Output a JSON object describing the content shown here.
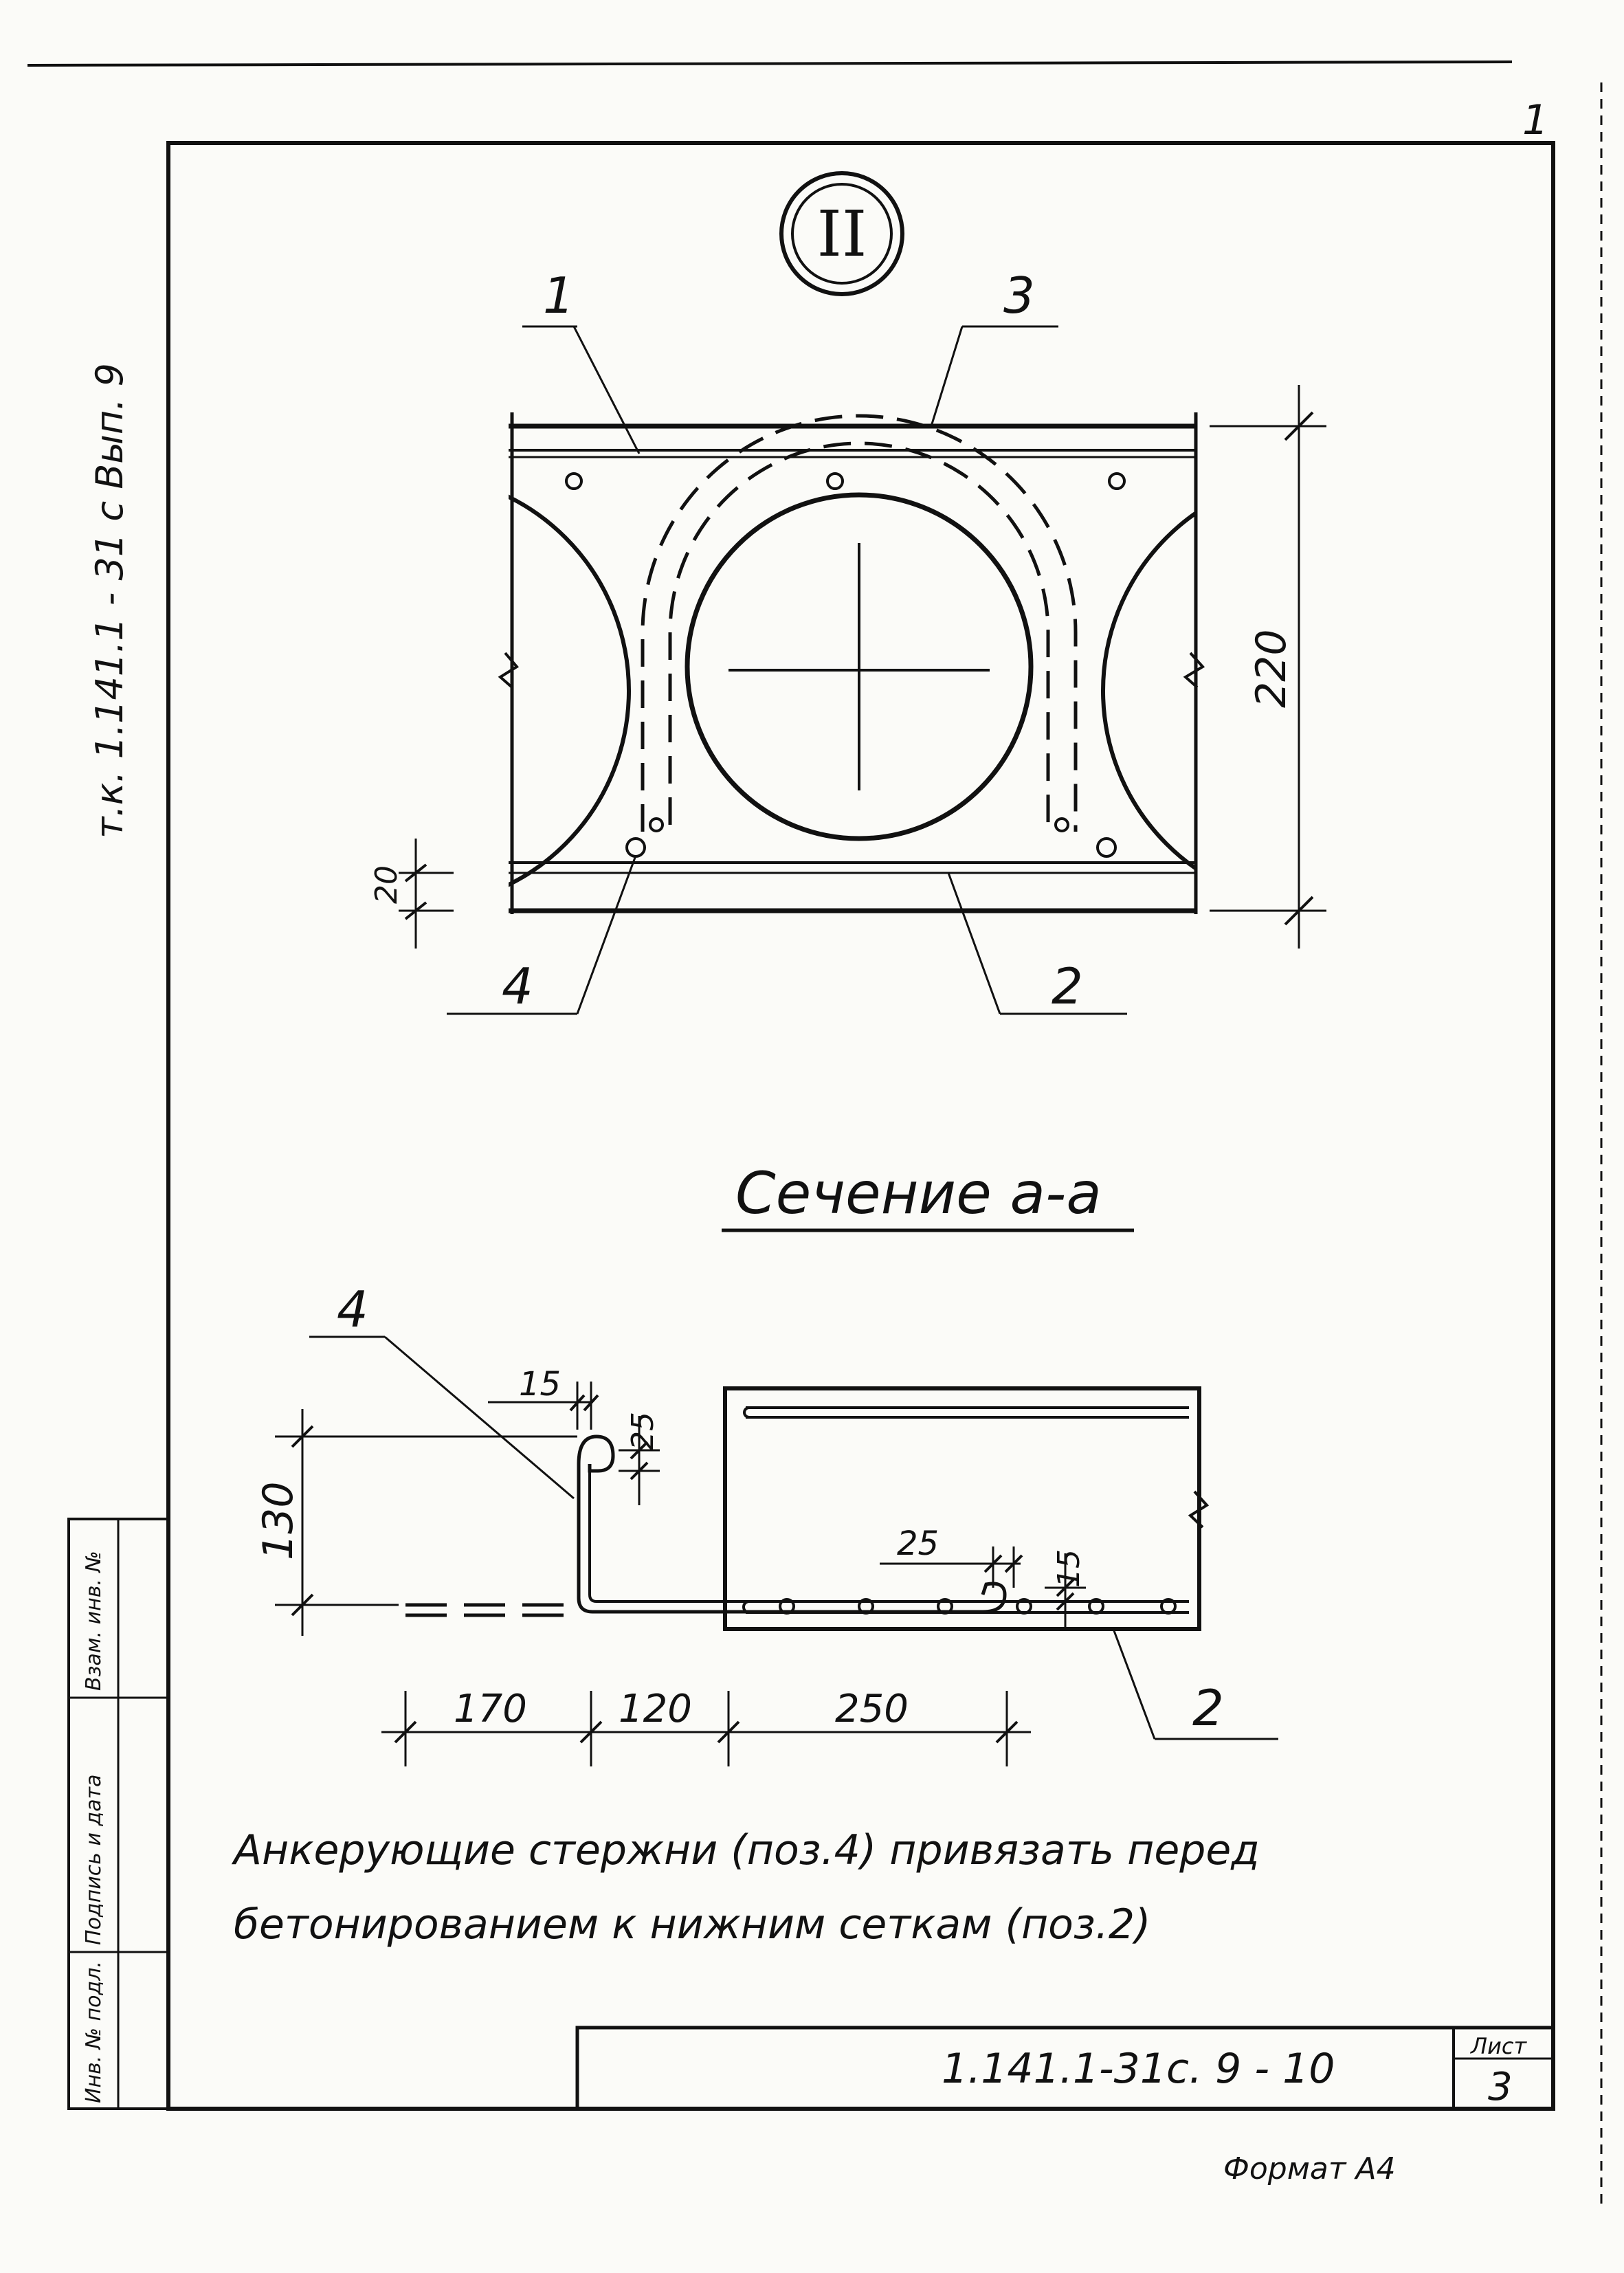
{
  "side_header": "т.к. 1.141.1 - 31 с  Вып. 9",
  "detail_mark": "II",
  "detail_view": {
    "dimension_height": "220",
    "dimension_small": "20",
    "callouts": [
      "1",
      "3",
      "4",
      "2"
    ]
  },
  "section": {
    "title": "Сечение а-а",
    "callout_rod": "4",
    "callout_mesh": "2",
    "dims": {
      "d15_top": "15",
      "d25_vert": "25",
      "d130": "130",
      "d25_mid": "25",
      "d15_mid": "15",
      "d170": "170",
      "d120": "120",
      "d250": "250"
    }
  },
  "note": {
    "line1": "Анкерующие стержни (поз.4) привязать перед",
    "line2": "бетонированием к нижним сеткам (поз.2)"
  },
  "left_strip": {
    "cells": [
      "Инв. № подл.",
      "Подпись и дата",
      "Взам. инв. №"
    ]
  },
  "title_block": {
    "code": "1.141.1-31с. 9 - 10",
    "sheet_label": "Лист",
    "sheet_number": "3"
  },
  "corner_mark": "1",
  "format_label": "Формат А4"
}
